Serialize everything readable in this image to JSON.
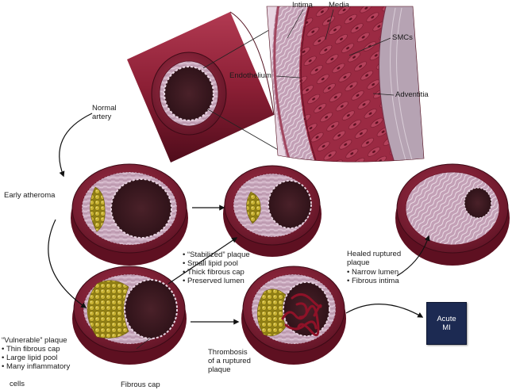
{
  "labels": {
    "intima": "Intima",
    "media": "Media",
    "smcs": "SMCs",
    "endothelium": "Endothelium",
    "adventitia": "Adventitia",
    "normal_artery": [
      "Normal",
      "artery"
    ],
    "early_atheroma": "Early atheroma",
    "fibrous_cap": "Fibrous cap",
    "thrombosis": [
      "Thrombosis",
      "of a ruptured",
      "plaque"
    ]
  },
  "stabilized": {
    "title": "“Stabilized” plaque",
    "bullets": [
      "Small lipid pool",
      "Thick fibrous cap",
      "Preserved lumen"
    ]
  },
  "vulnerable": {
    "title": "“Vulnerable” plaque",
    "bullets": [
      "Thin fibrous cap",
      "Large lipid pool",
      "Many inflammatory",
      "cells"
    ]
  },
  "healed": {
    "title": [
      "Healed ruptured",
      "plaque"
    ],
    "bullets": [
      "Narrow lumen",
      "Fibrous intima"
    ]
  },
  "acute_mi": [
    "Acute",
    "MI"
  ],
  "colors": {
    "adventitia": "#8c1f35",
    "adventitia_dark": "#5e1021",
    "intima": "#c9a9be",
    "lumen": "#3b1a22",
    "lipid": "#b8a225",
    "thrombus": "#7a0f22",
    "mi_box": "#1c2a52"
  }
}
